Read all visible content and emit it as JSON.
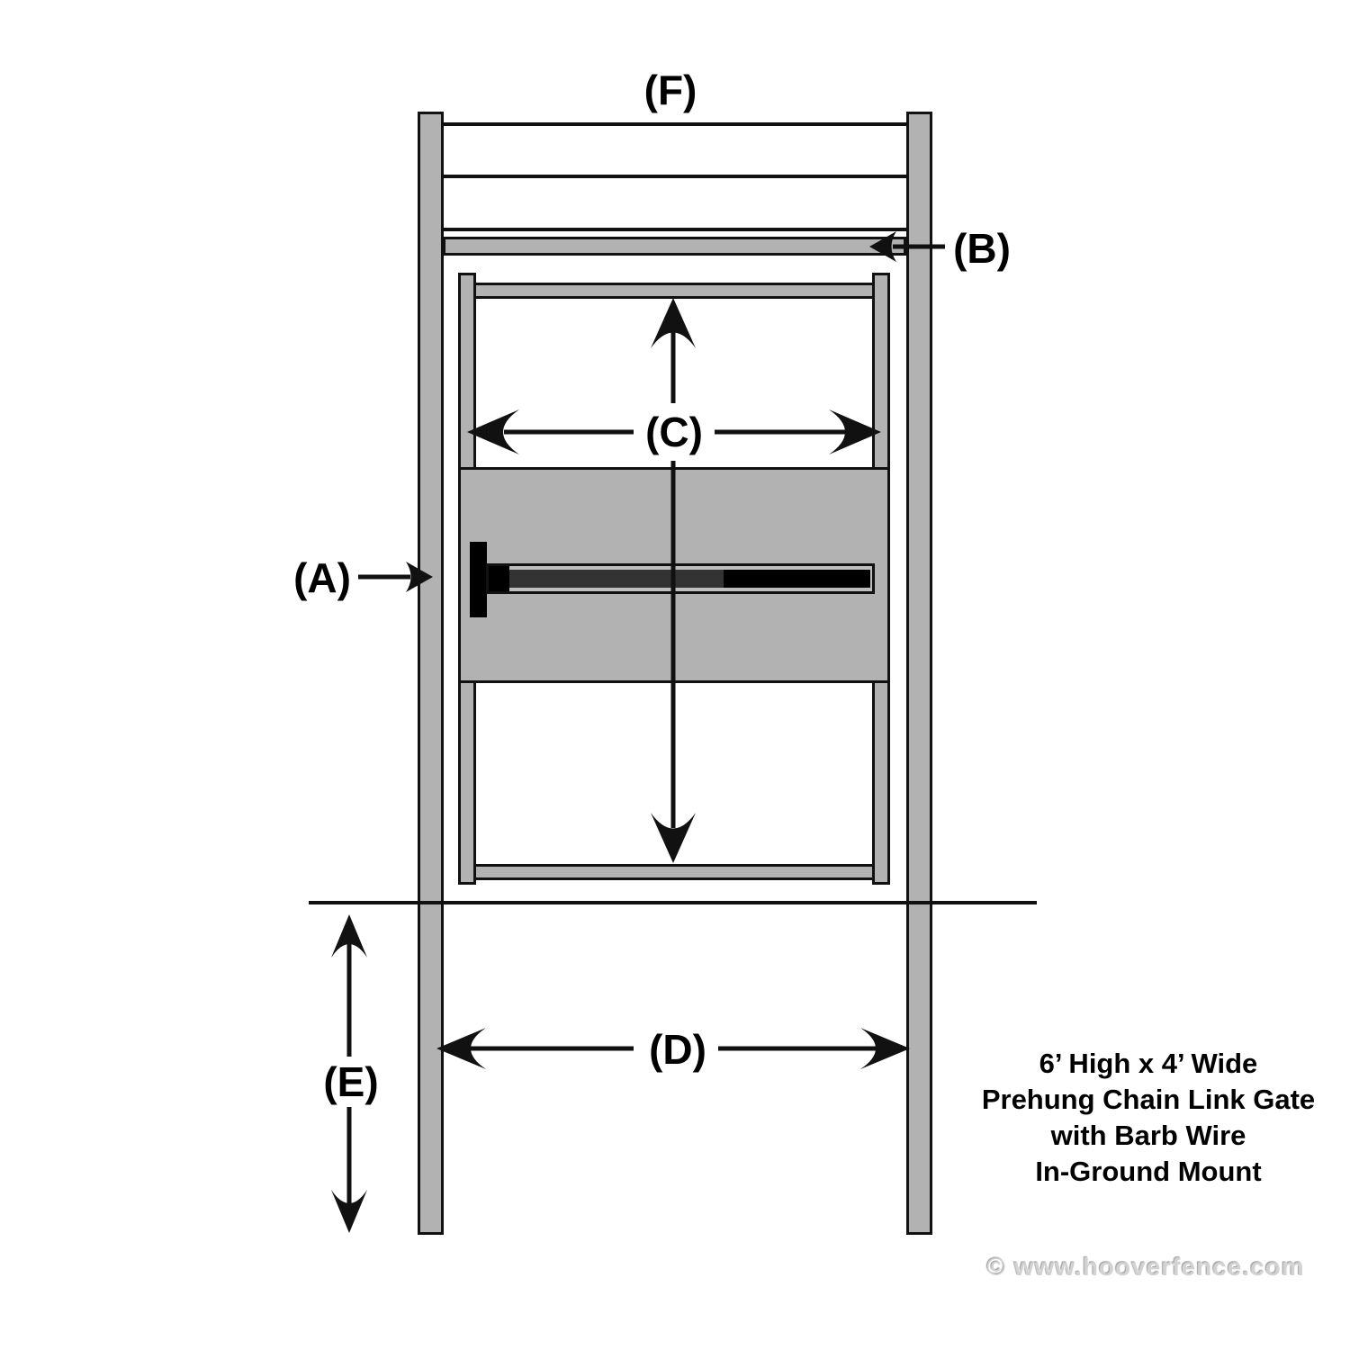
{
  "diagram": {
    "labels": {
      "a": "(A)",
      "b": "(B)",
      "c": "(C)",
      "d": "(D)",
      "e": "(E)",
      "f": "(F)"
    },
    "title": {
      "line1": "6’ High x 4’ Wide",
      "line2": "Prehung Chain Link Gate",
      "line3": "with Barb Wire",
      "line4": "In-Ground Mount"
    },
    "watermark": "© www.hooverfence.com",
    "colors": {
      "metal_gray": "#b2b2b2",
      "outline_black": "#111111",
      "latch_dark": "#333333"
    }
  }
}
